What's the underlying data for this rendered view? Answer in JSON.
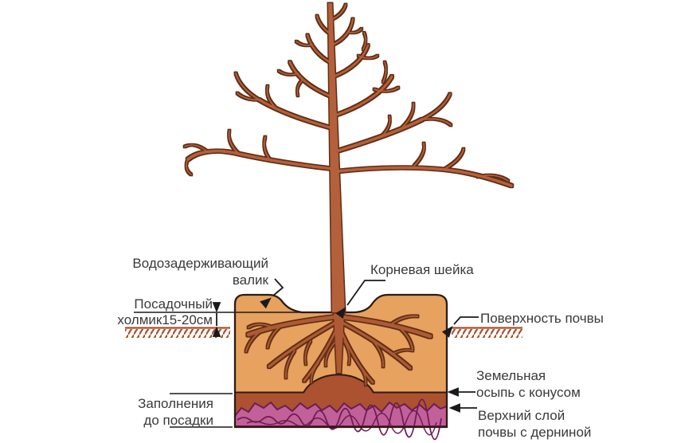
{
  "diagram": {
    "labels": {
      "water_ridge": {
        "line1": "Водозадерживающий",
        "line2": "валик"
      },
      "planting_mound": {
        "line1": "Посадочный",
        "line2": "холмик15-20см"
      },
      "root_collar": {
        "text": "Корневая шейка"
      },
      "soil_surface": {
        "text": "Поверхность почвы"
      },
      "earth_scree": {
        "line1": "Земельная",
        "line2": "осыпь с конусом"
      },
      "fill_before": {
        "line1": "Заполнения",
        "line2": "до посадки"
      },
      "top_soil": {
        "line1": "Верхний слой",
        "line2": "почвы с дерниной"
      }
    },
    "colors": {
      "pit_fill": "#e6a25e",
      "tree": "#b4603a",
      "tree_outline": "#5f2f14",
      "subsoil_band": "#ac5230",
      "turf_rock": "#c2609a",
      "turf_outline": "#6e1d52",
      "ground_hatch": "#a5512c",
      "line": "#2e1b10",
      "text": "#3a3a3a"
    }
  }
}
